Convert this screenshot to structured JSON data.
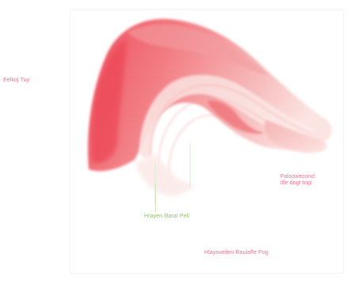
{
  "colors": {
    "tissue_dark": "#ee4f5d",
    "tissue_mid": "#f2868d",
    "tissue_light": "#f7c6c6",
    "tissue_pale": "#fbe6e4",
    "label_pink": "#f0708a",
    "label_green": "#8cc46a"
  },
  "labels": {
    "left": "Eelkoj Tuy",
    "middle": "Hrayen Rarat Pell",
    "right_line1": "Paloowecond",
    "right_line2": "Ilfe dogt togr",
    "bottom": "Hlayoveilen Raulaffe Pog"
  }
}
